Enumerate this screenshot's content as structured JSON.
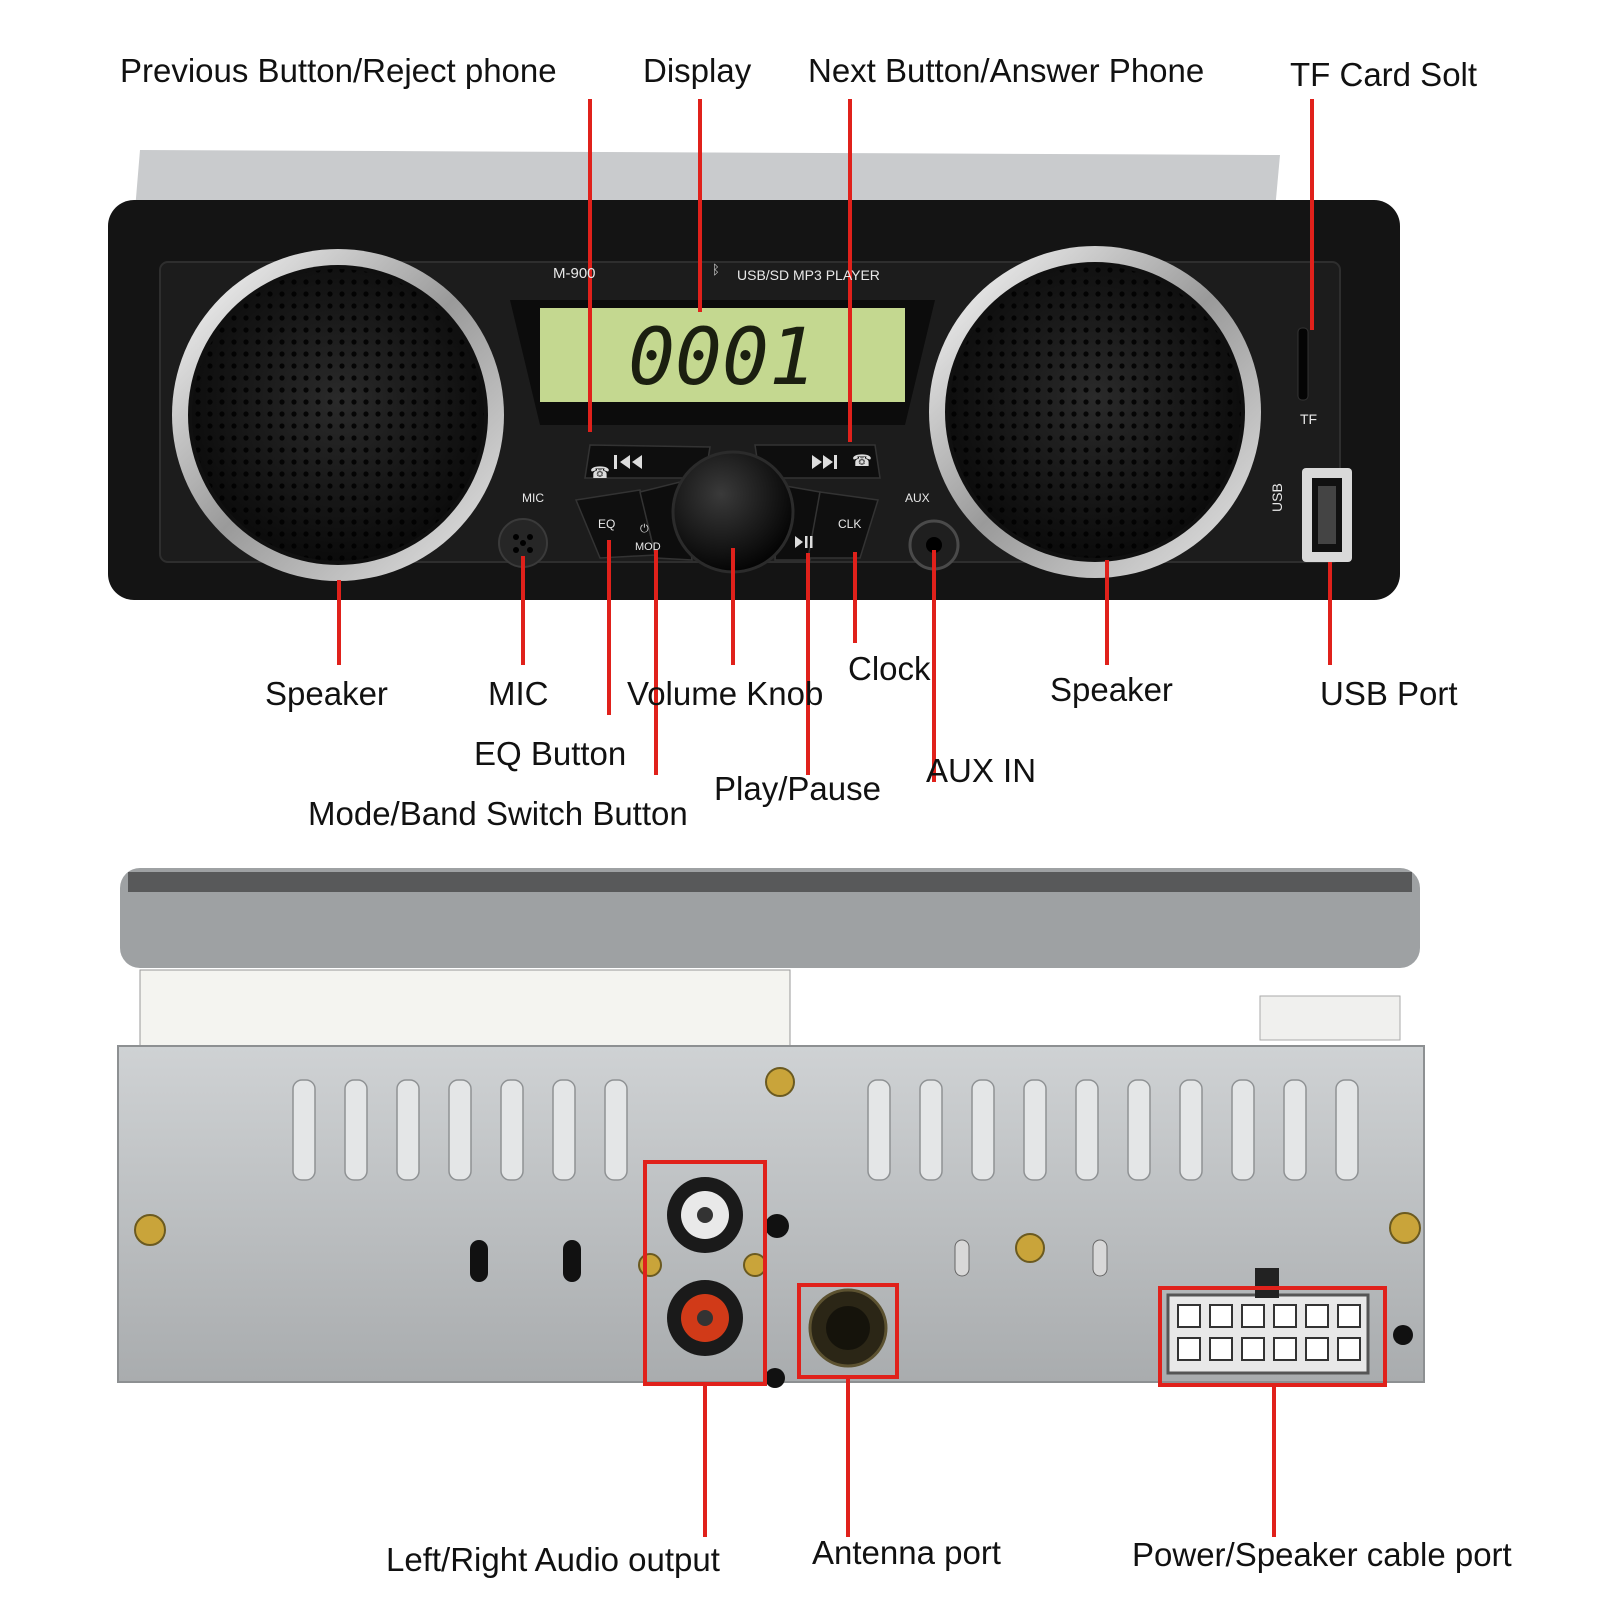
{
  "front": {
    "model": "M-900",
    "brand_text": "USB/SD MP3 PLAYER",
    "display_value": "0001",
    "mic_text": "MIC",
    "aux_text": "AUX",
    "tf_text": "TF",
    "usb_text": "USB",
    "eq_text": "EQ",
    "mod_text": "MOD",
    "clk_text": "CLK"
  },
  "labels": {
    "previous": "Previous Button/Reject phone",
    "display": "Display",
    "next": "Next Button/Answer Phone",
    "tf_slot": "TF Card Solt",
    "speaker_left": "Speaker",
    "mic": "MIC",
    "volume": "Volume Knob",
    "clock": "Clock",
    "speaker_right": "Speaker",
    "usb_port": "USB Port",
    "eq": "EQ Button",
    "play_pause": "Play/Pause",
    "aux_in": "AUX IN",
    "mode": "Mode/Band Switch Button",
    "audio_output": "Left/Right Audio output",
    "antenna": "Antenna port",
    "power_port": "Power/Speaker cable port"
  },
  "colors": {
    "callout": "#e0211b",
    "body": "#141414",
    "lcd": "#c4d890",
    "metal": "#b9bcbe",
    "rca_red": "#d13a18"
  }
}
